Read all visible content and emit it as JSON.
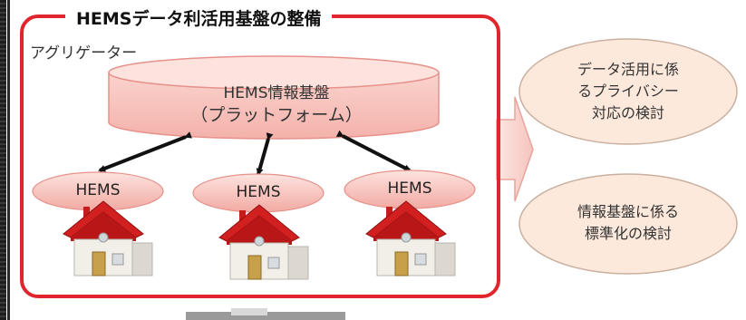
{
  "frame_title": "HEMSデータ利活用基盤の整備",
  "aggregator_label": "アグリゲーター",
  "platform": {
    "line1": "HEMS情報基盤",
    "line2": "（プラットフォーム）"
  },
  "hems_nodes": [
    "HEMS",
    "HEMS",
    "HEMS"
  ],
  "side_items": [
    {
      "line1": "データ活用に係",
      "line2": "るプライバシー",
      "line3": "対応の検討"
    },
    {
      "line1": "情報基盤に係る",
      "line2": "標準化の検討"
    }
  ],
  "colors": {
    "frame_red": "#e0262c",
    "pink_fill": "#f8c9c4",
    "roof_red": "#d21f1f"
  }
}
